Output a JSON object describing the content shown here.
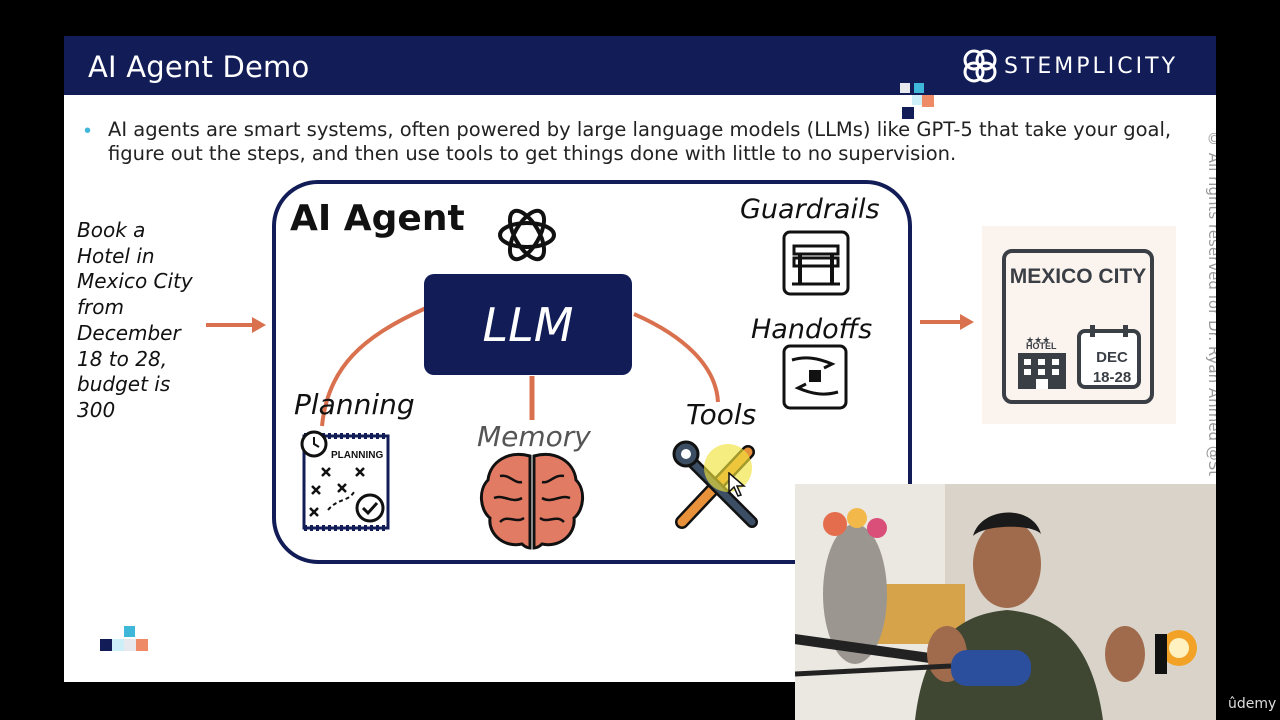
{
  "slide": {
    "title": "AI Agent Demo",
    "brand": "STEMPLICITY",
    "intro": "AI agents are smart systems, often powered by large language models (LLMs) like GPT-5 that take your goal, figure out the steps, and then use tools to get things done with little to no supervision.",
    "copyright": "© All rights reserved for Dr. Ryan Ahmed @St"
  },
  "request": {
    "lines": [
      "Book a",
      "Hotel in",
      "Mexico City",
      "from",
      "December",
      "18 to 28,",
      "budget is",
      "300"
    ]
  },
  "agent": {
    "title": "AI Agent",
    "llm": "LLM",
    "planning": "Planning",
    "planning_sign": "PLANNING",
    "memory": "Memory",
    "tools": "Tools",
    "guardrails": "Guardrails",
    "handoffs": "Handoffs"
  },
  "result": {
    "city": "MEXICO CITY",
    "hotel": "HOTEL",
    "date_month": "DEC",
    "date_range": "18-28"
  },
  "player": {
    "platform": "ûdemy"
  },
  "colors": {
    "navy": "#121c57",
    "orange": "#d9714f",
    "accent_cyan": "#3fb7d8",
    "brain": "#e27b64"
  },
  "icons": [
    "openai-icon",
    "planning-icon",
    "brain-icon",
    "tools-icon",
    "guardrail-icon",
    "handoff-icon",
    "hotel-icon",
    "calendar-icon"
  ]
}
